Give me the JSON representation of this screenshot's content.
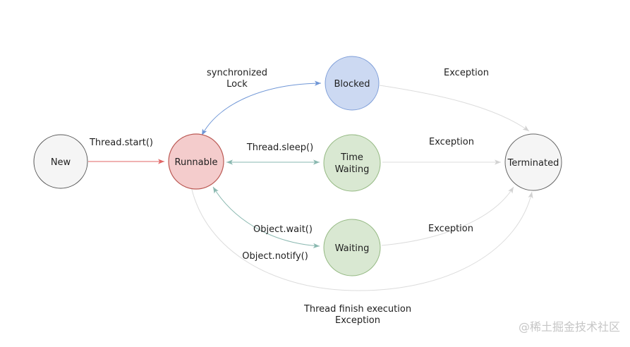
{
  "diagram": {
    "kind": "thread-state-diagram",
    "nodes": {
      "new": {
        "label": "New",
        "fill": "#f5f5f5",
        "border": "#595959"
      },
      "runnable": {
        "label": "Runnable",
        "fill": "#f4cccc",
        "border": "#bb5a55"
      },
      "blocked": {
        "label": "Blocked",
        "fill": "#ccd9f2",
        "border": "#7e9ed8"
      },
      "time_waiting": {
        "label_line1": "Time",
        "label_line2": "Waiting",
        "fill": "#d9e8d2",
        "border": "#95b983"
      },
      "waiting": {
        "label": "Waiting",
        "fill": "#d9e8d2",
        "border": "#95b983"
      },
      "terminated": {
        "label": "Terminated",
        "fill": "#f5f5f5",
        "border": "#666666"
      }
    },
    "edges": {
      "new_to_runnable": {
        "label": "Thread.start()",
        "color": "#e06666",
        "direction": "one-way"
      },
      "runnable_blocked": {
        "label_line1": "synchronized",
        "label_line2": "Lock",
        "color": "#6f96d6",
        "direction": "two-way"
      },
      "runnable_time_waiting": {
        "label": "Thread.sleep()",
        "color": "#8ab8b0",
        "direction": "two-way"
      },
      "runnable_waiting": {
        "label_wait": "Object.wait()",
        "label_notify": "Object.notify()",
        "color": "#8ab8b0",
        "direction": "two-way"
      },
      "blocked_to_terminated": {
        "label": "Exception",
        "color": "#dcdcdc",
        "direction": "one-way"
      },
      "time_waiting_to_terminated": {
        "label": "Exception",
        "color": "#dcdcdc",
        "direction": "one-way"
      },
      "waiting_to_terminated": {
        "label": "Exception",
        "color": "#dcdcdc",
        "direction": "one-way"
      },
      "runnable_to_terminated": {
        "label_line1": "Thread finish execution",
        "label_line2": "Exception",
        "color": "#dcdcdc",
        "direction": "one-way"
      }
    },
    "watermark": "@稀土掘金技术社区"
  }
}
